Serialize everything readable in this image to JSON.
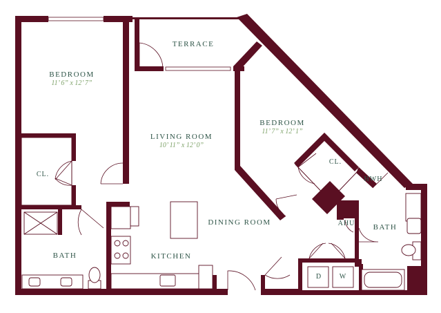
{
  "rooms": {
    "bedroom1": {
      "name": "BEDROOM",
      "dims": "11’ 6” x 12’ 7”"
    },
    "terrace": {
      "name": "TERRACE"
    },
    "living": {
      "name": "LIVING ROOM",
      "dims": "10’ 11” x 12’ 0”"
    },
    "bedroom2": {
      "name": "BEDROOM",
      "dims": "11’ 7” x 12’ 1”"
    },
    "closet1": {
      "name": "CL."
    },
    "closet2": {
      "name": "CL."
    },
    "hwh": {
      "name": "HWH"
    },
    "dining": {
      "name": "DINING ROOM"
    },
    "ahu": {
      "name": "AHU"
    },
    "bath1": {
      "name": "BATH"
    },
    "bath2": {
      "name": "BATH"
    },
    "kitchen": {
      "name": "KITCHEN"
    },
    "dryer": {
      "name": "D"
    },
    "washer": {
      "name": "W"
    }
  },
  "colors": {
    "wall": "#5a0f22",
    "label": "#2f5548",
    "dimension": "#7fa36a"
  }
}
